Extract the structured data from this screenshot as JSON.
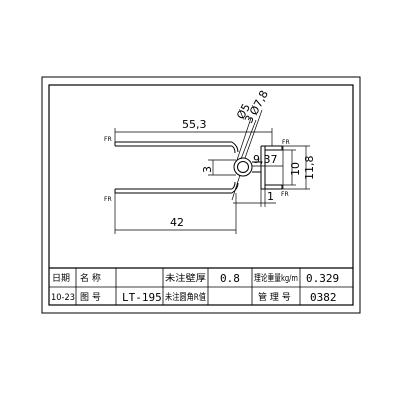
{
  "drawing": {
    "labels": {
      "fr_top_left": "FR",
      "fr_bottom_left": "FR",
      "fr_top_right": "FR",
      "fr_bottom_right": "FR"
    },
    "dimensions": {
      "overall_length": "55,3",
      "lower_length": "42",
      "radius_small": "Ø5",
      "radius_mid": "3",
      "radius_large": "Ø7,8",
      "thickness_small": "3",
      "inner_height": "9,37",
      "head_height": "10",
      "outer_height": "11,8",
      "lip_width": "1"
    }
  },
  "title_block": {
    "row1": {
      "date_label": "日期",
      "name_label": "名 称",
      "name_value": "",
      "wall_label": "未注壁厚",
      "wall_value": "0.8",
      "weight_label": "理论重量kg/m",
      "weight_value": "0.329"
    },
    "row2": {
      "date_value": "10-23",
      "drawing_label": "图 号",
      "drawing_value": "LT-195",
      "radius_label": "未注圆角R值",
      "radius_value": "",
      "control_label": "管 理 号",
      "control_value": "0382"
    }
  }
}
